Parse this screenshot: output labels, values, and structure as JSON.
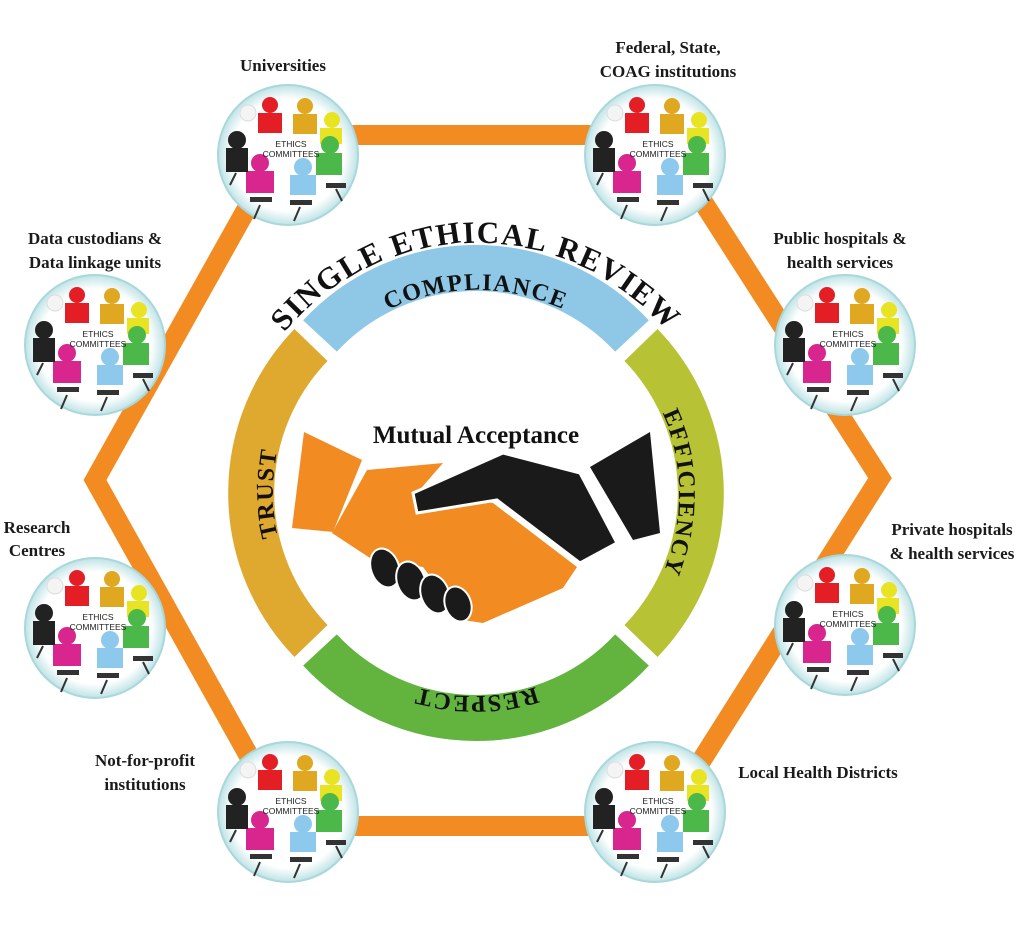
{
  "title": "SINGLE ETHICAL REVIEW",
  "center_label": "Mutual Acceptance",
  "ring_segments": [
    {
      "label": "COMPLIANCE",
      "color": "#8ec8e6"
    },
    {
      "label": "EFFICIENCY",
      "color": "#b7c234"
    },
    {
      "label": "RESPECT",
      "color": "#63b33f"
    },
    {
      "label": "TRUST",
      "color": "#dfa92f"
    }
  ],
  "hexagon_color": "#f28c22",
  "committee_badge": {
    "line1": "ETHICS",
    "line2": "COMMITTEES"
  },
  "nodes": [
    {
      "lines": [
        "Universities"
      ]
    },
    {
      "lines": [
        "Federal, State,",
        "COAG institutions"
      ]
    },
    {
      "lines": [
        "Public hospitals &",
        "health services"
      ]
    },
    {
      "lines": [
        "Private hospitals",
        "& health services"
      ]
    },
    {
      "lines": [
        "Local Health Districts"
      ]
    },
    {
      "lines": [
        "Not-for-profit",
        "institutions"
      ]
    },
    {
      "lines": [
        "Research",
        "Centres"
      ]
    },
    {
      "lines": [
        "Data custodians &",
        "Data linkage units"
      ]
    }
  ]
}
